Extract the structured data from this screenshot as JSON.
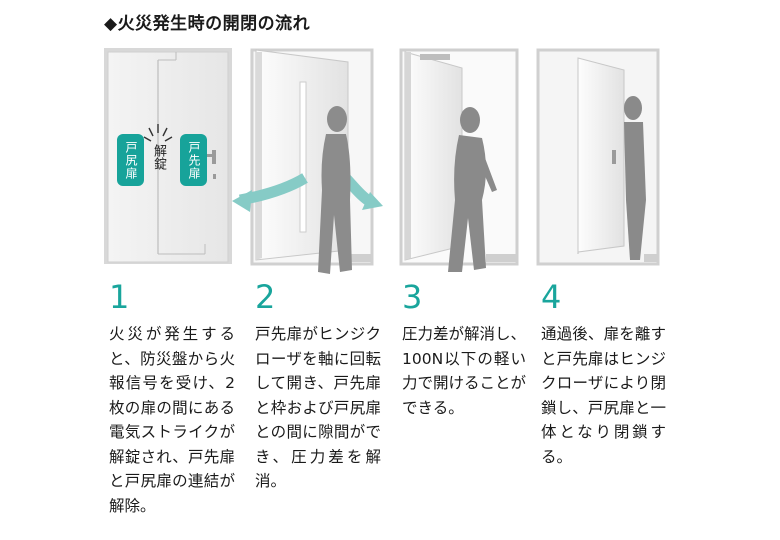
{
  "header": {
    "title": "◆火災発生時の開閉の流れ"
  },
  "panel1": {
    "label_left": "戸尻扉",
    "label_right": "戸先扉",
    "label_center": "解錠"
  },
  "colors": {
    "accent": "#19a59c",
    "teal_badge": "#17a39a",
    "arrow": "#7fc8c3",
    "silhouette": "#8a8a8a"
  },
  "steps": [
    {
      "num": "1",
      "text": "火災が発生すると、防災盤から火報信号を受け、2枚の扉の間にある電気ストライクが解錠され、戸先扉と戸尻扉の連結が解除。"
    },
    {
      "num": "2",
      "text": "戸先扉がヒンジクローザを軸に回転して開き、戸先扉と枠および戸尻扉との間に隙間ができ、圧力差を解消。"
    },
    {
      "num": "3",
      "text": "圧力差が解消し、100N以下の軽い力で開けることができる。"
    },
    {
      "num": "4",
      "text": "通過後、扉を離すと戸先扉はヒンジクローザにより閉鎖し、戸尻扉と一体となり閉鎖する。"
    }
  ]
}
